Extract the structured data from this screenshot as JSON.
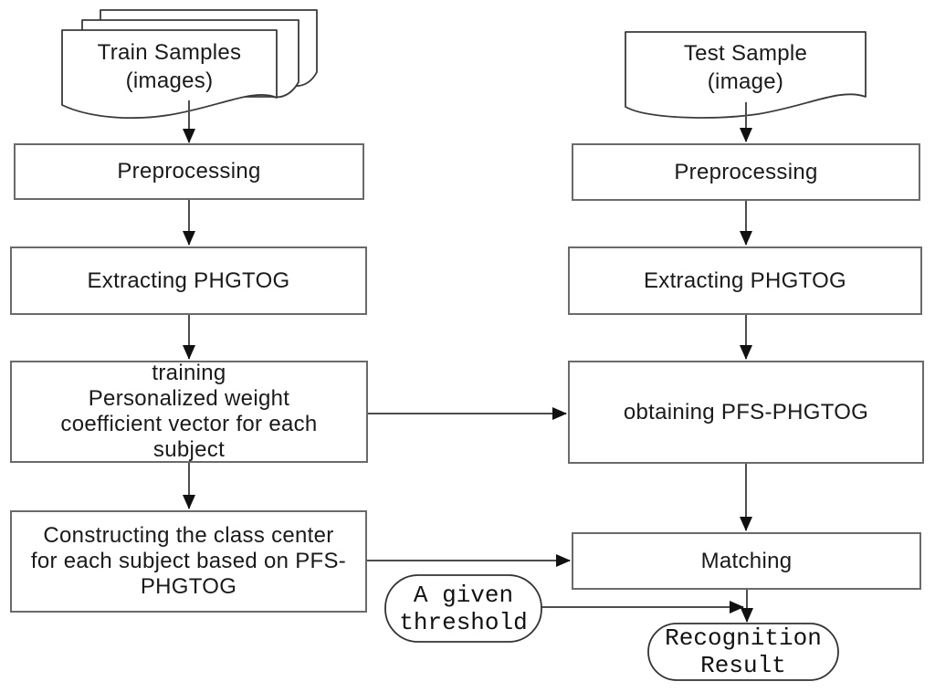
{
  "nodes": {
    "train_source": {
      "label": "Train Samples\n(images)"
    },
    "train_preprocessing": {
      "label": "Preprocessing"
    },
    "train_extracting": {
      "label": "Extracting PHGTOG"
    },
    "train_training": {
      "label": "training\nPersonalized weight\ncoefficient vector for each\nsubject"
    },
    "train_constructing": {
      "label": "Constructing the class center\nfor each subject based on PFS-\nPHGTOG"
    },
    "test_source": {
      "label": "Test Sample\n(image)"
    },
    "test_preprocessing": {
      "label": "Preprocessing"
    },
    "test_extracting": {
      "label": "Extracting PHGTOG"
    },
    "test_obtaining": {
      "label": "obtaining PFS-PHGTOG"
    },
    "matching": {
      "label": "Matching"
    },
    "threshold": {
      "label": "A given\nthreshold"
    },
    "result": {
      "label": "Recognition\nResult"
    }
  },
  "colors": {
    "background": "#ffffff",
    "box_border": "#6a6a6a",
    "shape_outline": "#333333",
    "connector": "#4d4d4d",
    "arrowhead": "#111111",
    "text": "#1a1a1a"
  }
}
